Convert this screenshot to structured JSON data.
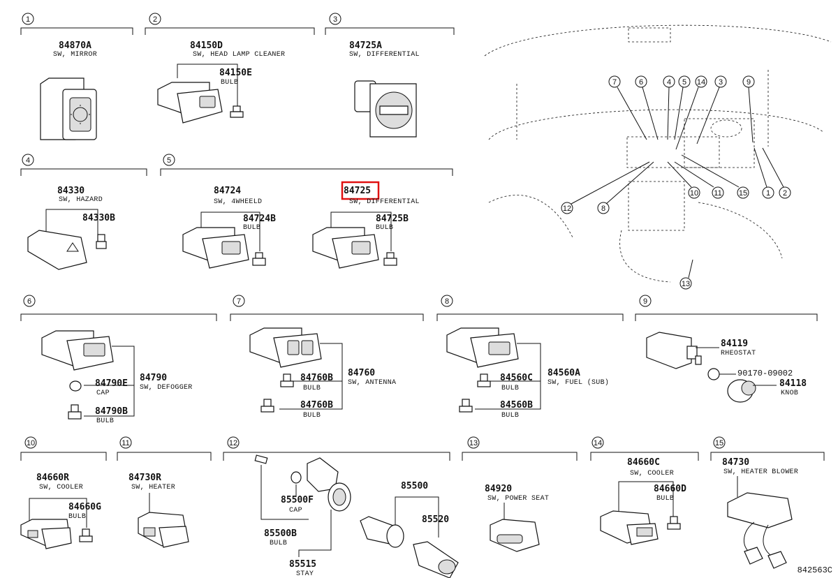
{
  "sections": [
    {
      "id": "1",
      "items": [
        {
          "part": "84870A",
          "desc": "SW, MIRROR"
        }
      ]
    },
    {
      "id": "2",
      "items": [
        {
          "part": "84150D",
          "desc": "SW, HEAD LAMP CLEANER"
        },
        {
          "part": "84150E",
          "desc": "BULB"
        }
      ]
    },
    {
      "id": "3",
      "items": [
        {
          "part": "84725A",
          "desc": "SW, DIFFERENTIAL"
        }
      ]
    },
    {
      "id": "4",
      "items": [
        {
          "part": "84330",
          "desc": "SW, HAZARD"
        },
        {
          "part": "84330B",
          "desc": ""
        }
      ]
    },
    {
      "id": "5",
      "items": [
        {
          "part": "84724",
          "desc": "SW, 4WHEELD"
        },
        {
          "part": "84724B",
          "desc": "BULB"
        },
        {
          "part": "84725",
          "desc": "SW, DIFFERENTIAL"
        },
        {
          "part": "84725B",
          "desc": "BULB"
        }
      ]
    },
    {
      "id": "6",
      "items": [
        {
          "part": "84790",
          "desc": "SW, DEFOGGER"
        },
        {
          "part": "84790E",
          "desc": "CAP"
        },
        {
          "part": "84790B",
          "desc": "BULB"
        }
      ]
    },
    {
      "id": "7",
      "items": [
        {
          "part": "84760",
          "desc": "SW, ANTENNA"
        },
        {
          "part": "84760B",
          "desc": "BULB"
        },
        {
          "part": "84760B",
          "desc": "BULB"
        }
      ]
    },
    {
      "id": "8",
      "items": [
        {
          "part": "84560A",
          "desc": "SW, FUEL (SUB)"
        },
        {
          "part": "84560C",
          "desc": "BULB"
        },
        {
          "part": "84560B",
          "desc": "BULB"
        }
      ]
    },
    {
      "id": "9",
      "items": [
        {
          "part": "84119",
          "desc": "RHEOSTAT"
        },
        {
          "part": "90170-09002",
          "desc": ""
        },
        {
          "part": "84118",
          "desc": "KNOB"
        }
      ]
    },
    {
      "id": "10",
      "items": [
        {
          "part": "84660R",
          "desc": "SW, COOLER"
        },
        {
          "part": "84660G",
          "desc": "BULB"
        }
      ]
    },
    {
      "id": "11",
      "items": [
        {
          "part": "84730R",
          "desc": "SW, HEATER"
        }
      ]
    },
    {
      "id": "12",
      "items": [
        {
          "part": "85500F",
          "desc": "CAP"
        },
        {
          "part": "85500B",
          "desc": "BULB"
        },
        {
          "part": "85515",
          "desc": "STAY"
        },
        {
          "part": "85500",
          "desc": ""
        },
        {
          "part": "85520",
          "desc": ""
        }
      ]
    },
    {
      "id": "13",
      "items": [
        {
          "part": "84920",
          "desc": "SW, POWER SEAT"
        }
      ]
    },
    {
      "id": "14",
      "items": [
        {
          "part": "84660C",
          "desc": "SW, COOLER"
        },
        {
          "part": "84660D",
          "desc": "BULB"
        }
      ]
    },
    {
      "id": "15",
      "items": [
        {
          "part": "84730",
          "desc": "SW, HEATER BLOWER"
        }
      ]
    }
  ],
  "locator": {
    "callouts_top": [
      "7",
      "6",
      "4",
      "5",
      "14",
      "3",
      "9"
    ],
    "callouts_bottom": [
      "12",
      "8",
      "10",
      "11",
      "15",
      "1",
      "2"
    ],
    "callout_13": "13"
  },
  "highlight": {
    "part": "84725",
    "color": "#e01010"
  },
  "drawing_code": "842563C"
}
